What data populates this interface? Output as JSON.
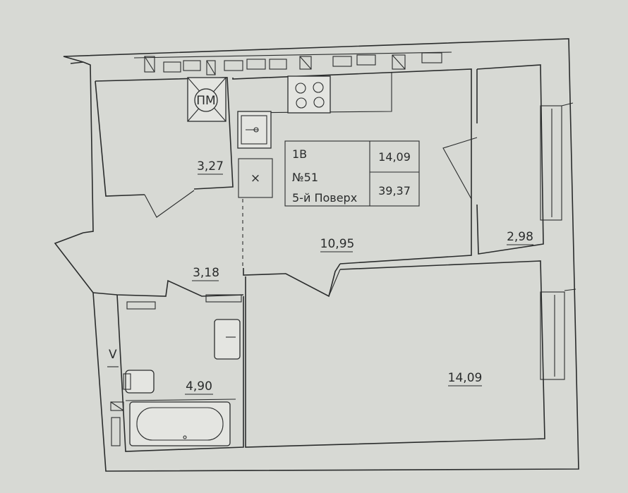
{
  "rooms": [
    {
      "key": "storage",
      "area": "3,27"
    },
    {
      "key": "kitchen-living",
      "area": "10,95"
    },
    {
      "key": "hallway",
      "area": "3,18"
    },
    {
      "key": "balcony",
      "area": "2,98"
    },
    {
      "key": "bathroom",
      "area": "4,90"
    },
    {
      "key": "bedroom",
      "area": "14,09"
    }
  ],
  "info_box": {
    "type": "1В",
    "number": "№51",
    "floor": "5-й Поверх",
    "living_area": "14,09",
    "total_area": "39,37"
  },
  "symbols": {
    "wm": "ПМ",
    "cross": "×",
    "vent": "V"
  },
  "colors": {
    "paper": "#d7d9d4",
    "ink": "#2a2c2c"
  }
}
